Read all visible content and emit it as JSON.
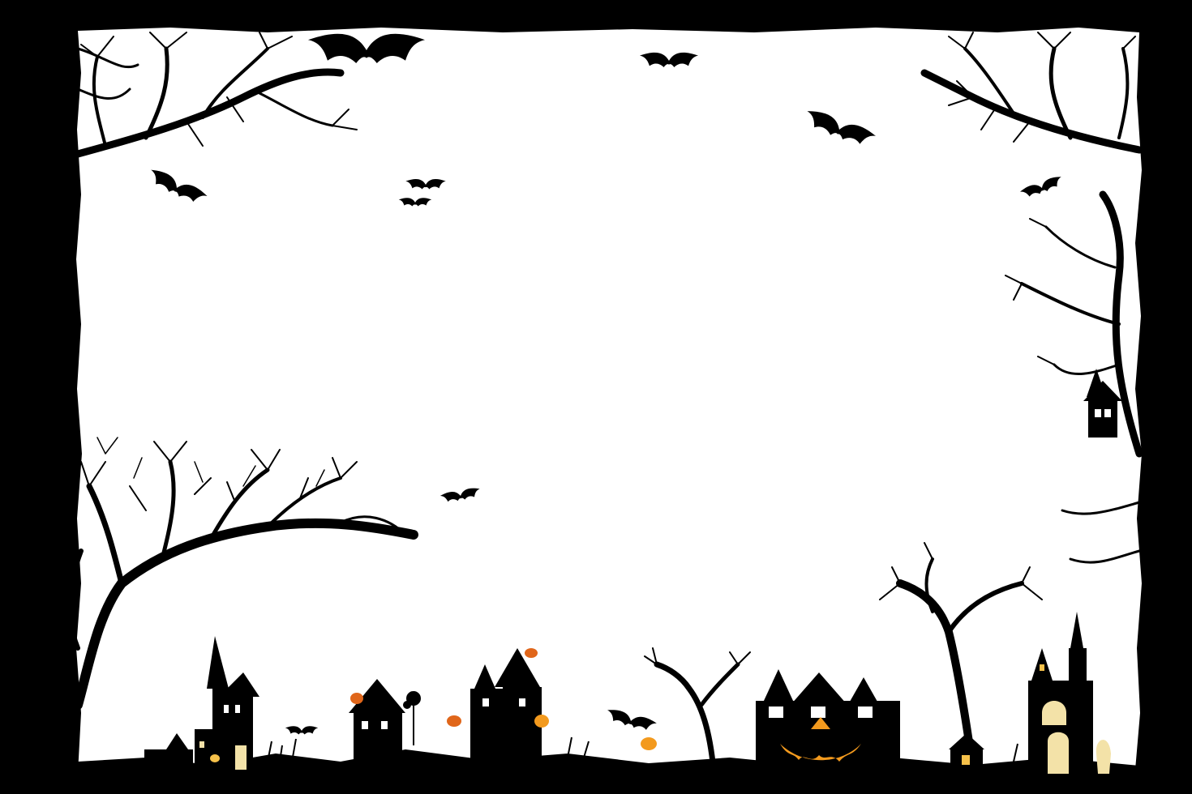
{
  "colors": {
    "frame": "#000000",
    "paper": "#ffffff",
    "silhouette": "#000000",
    "pumpkin_glow": "#f39a1e",
    "pumpkin_dark": "#e0661a",
    "window_light": "#f3e2a8",
    "window_warm": "#f6c14a"
  },
  "icons": {
    "bat": "bat-icon",
    "pumpkin": "jack-o-lantern-icon",
    "tree": "bare-tree-icon",
    "house": "haunted-house-icon",
    "castle": "castle-tower-icon"
  },
  "scene": {
    "bat_count": 10,
    "tree_count": 6,
    "house_count": 7,
    "pumpkin_count": 5
  }
}
